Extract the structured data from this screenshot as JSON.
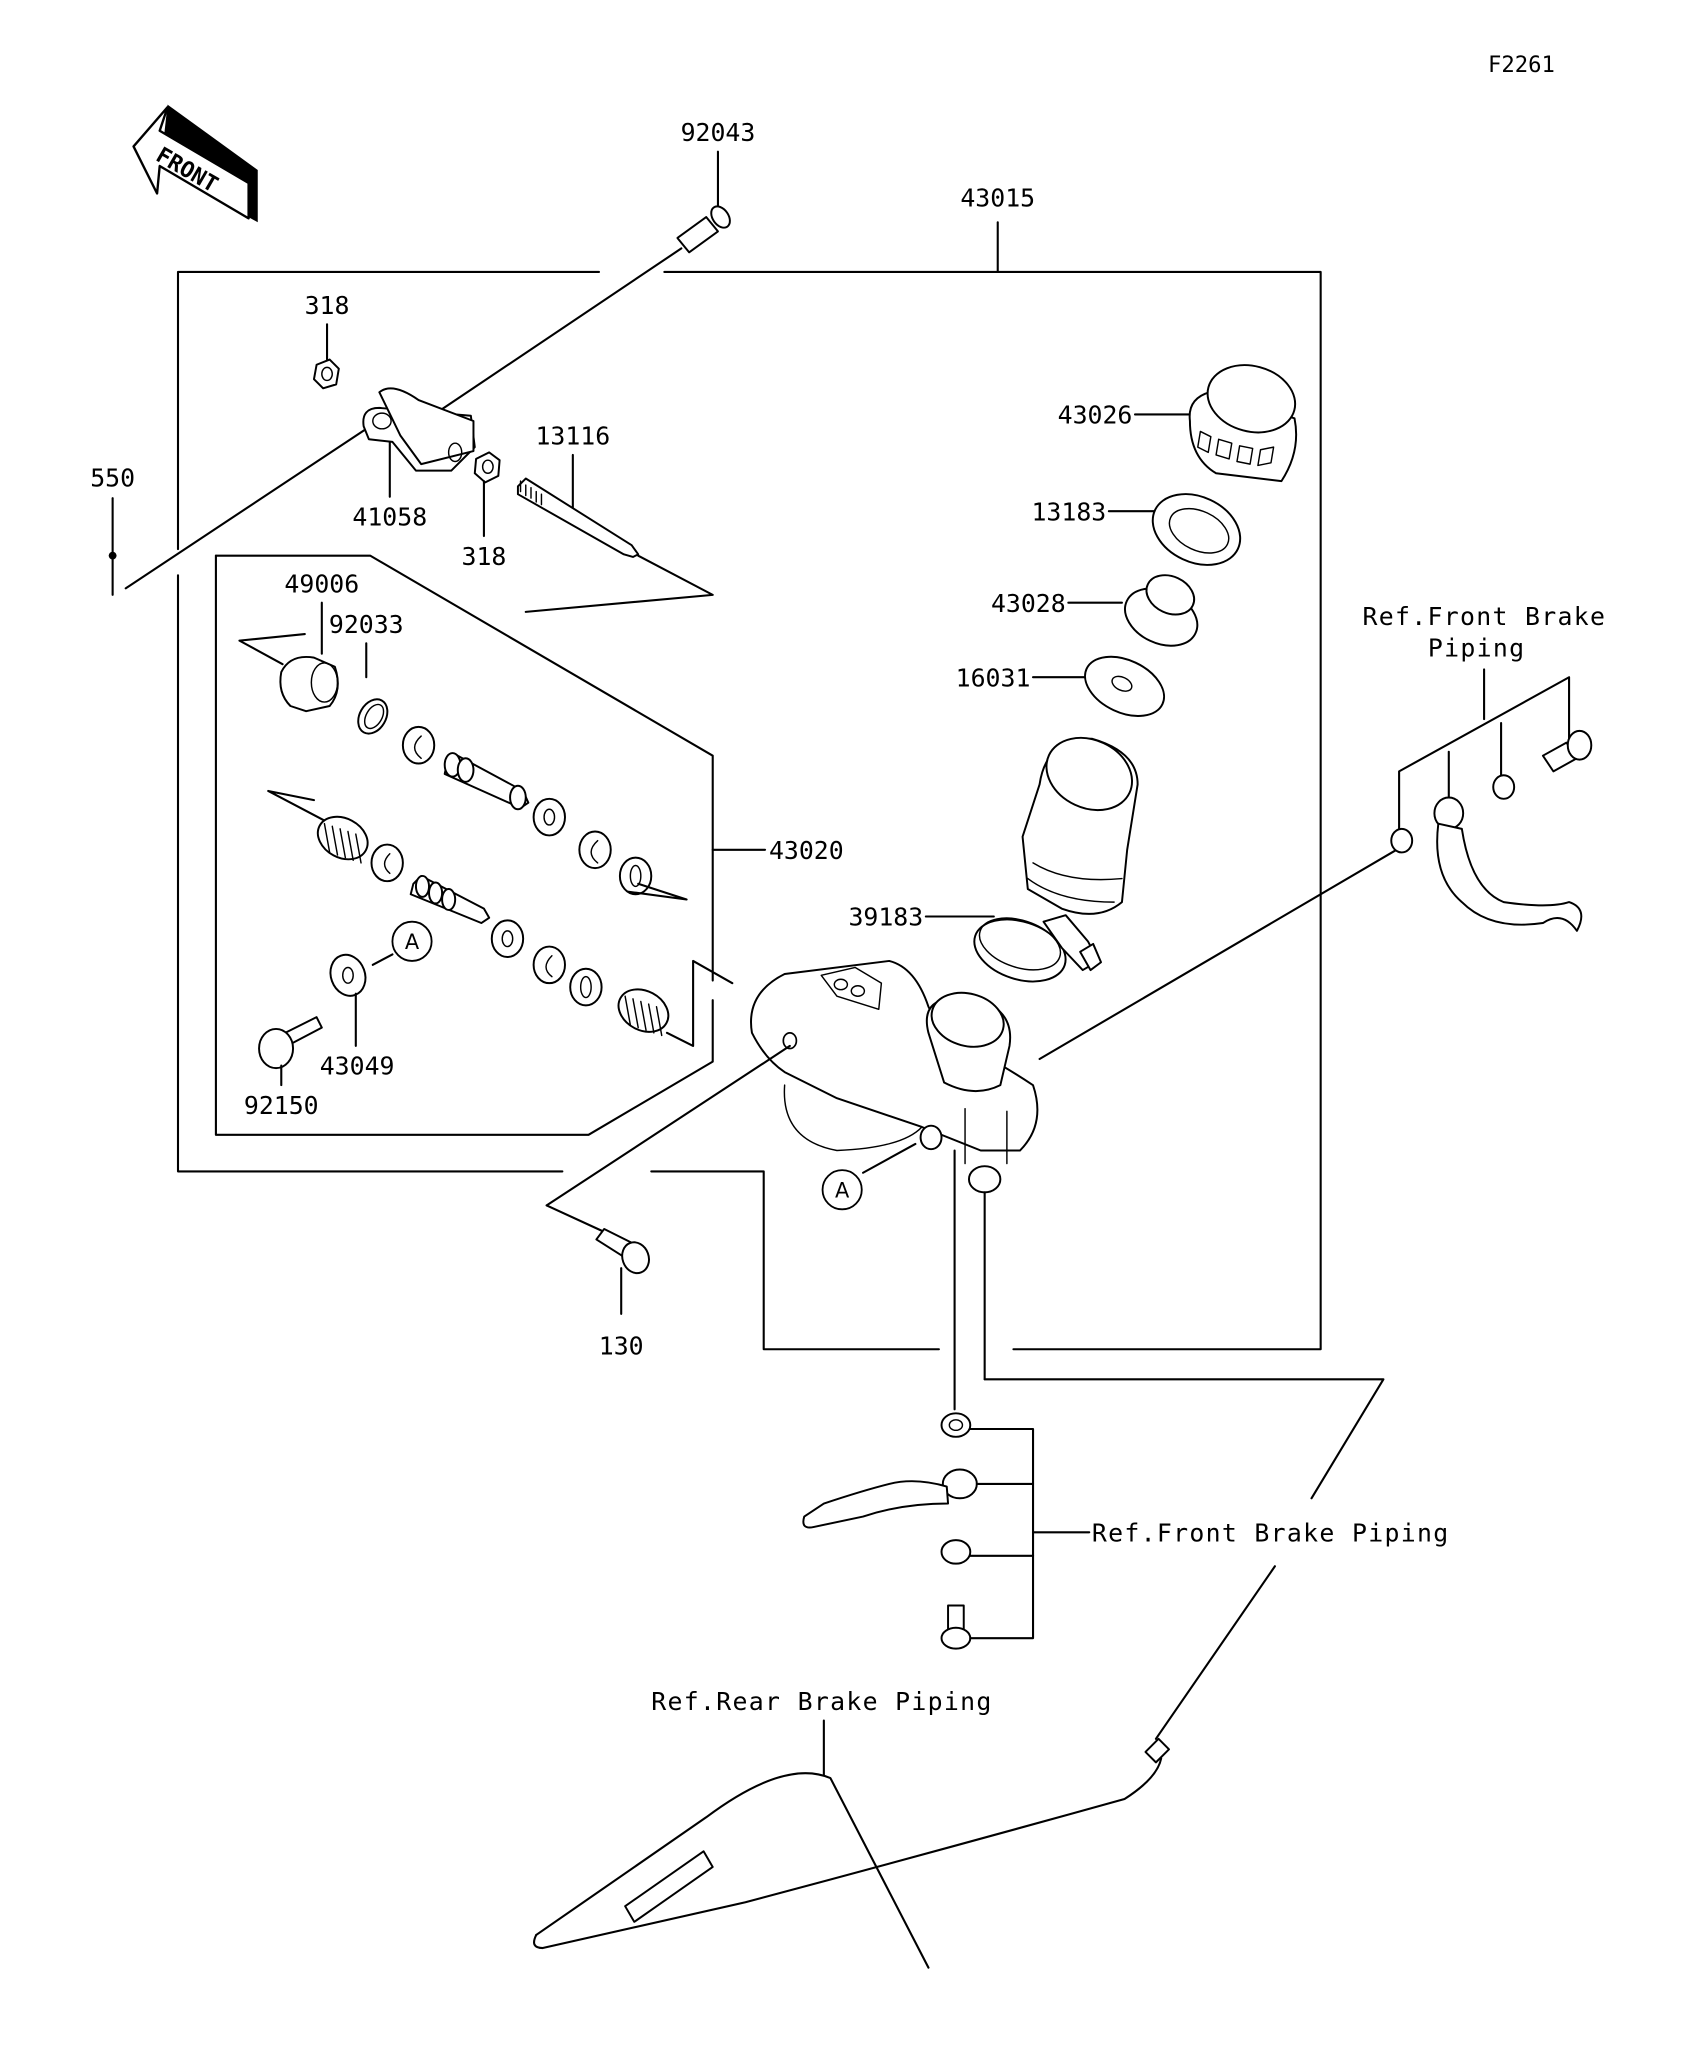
{
  "figure_id": "F2261",
  "orientation_marker": {
    "text": "FRONT",
    "icon": "front-arrow-icon"
  },
  "callouts": {
    "p92043": "92043",
    "p43015": "43015",
    "p318a": "318",
    "p550": "550",
    "p41058": "41058",
    "p318b": "318",
    "p13116": "13116",
    "p49006": "49006",
    "p92033": "92033",
    "p43020": "43020",
    "p43049": "43049",
    "p92150": "92150",
    "p43026": "43026",
    "p13183": "13183",
    "p43028": "43028",
    "p16031": "16031",
    "p39183": "39183",
    "p130": "130"
  },
  "reference_markers": {
    "a1": "A",
    "a2": "A"
  },
  "references": {
    "front_brake_piping_upper_line1": "Ref.Front Brake",
    "front_brake_piping_upper_line2": "Piping",
    "front_brake_piping_lower": "Ref.Front Brake Piping",
    "rear_brake_piping": "Ref.Rear Brake Piping"
  }
}
